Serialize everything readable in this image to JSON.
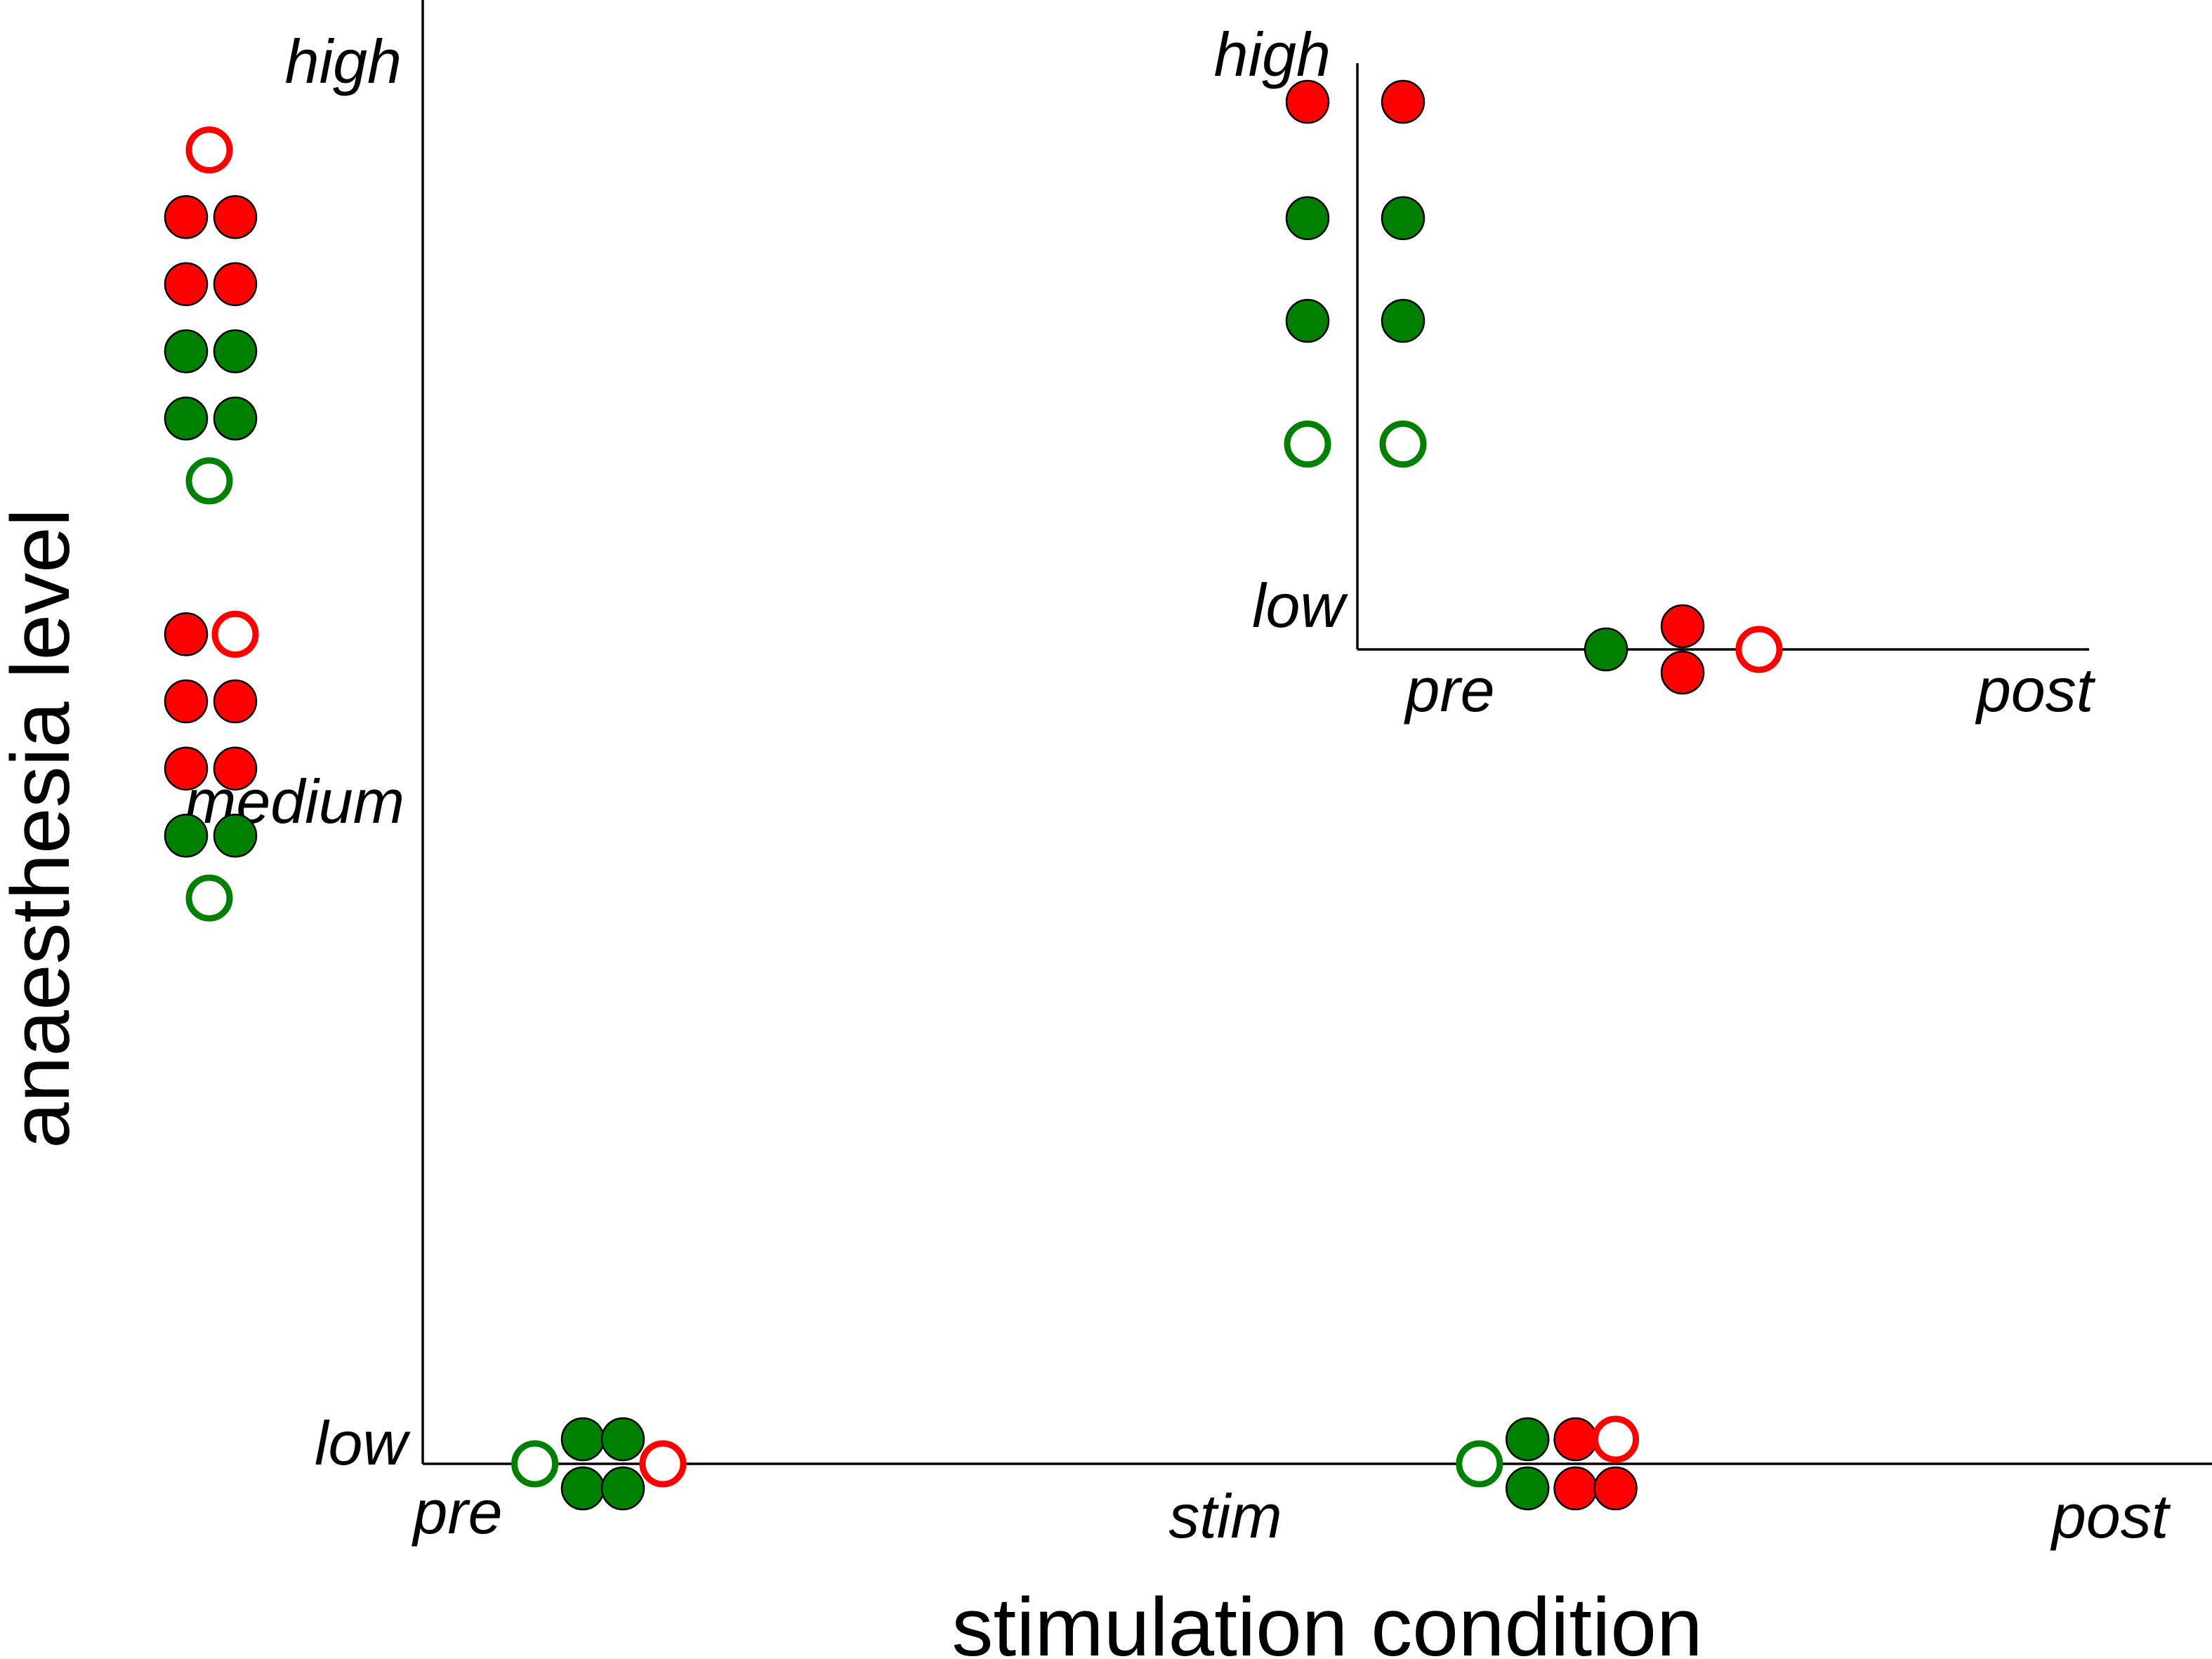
{
  "colors": {
    "red": "#ff0000",
    "green": "#008000",
    "outline": "#000000"
  },
  "chart_data": [
    {
      "type": "scatter",
      "name": "main",
      "xlabel": "stimulation condition",
      "ylabel": "anaesthesia level",
      "x_ticks": [
        "pre",
        "stim",
        "post"
      ],
      "y_ticks": [
        "low",
        "medium",
        "high"
      ],
      "legend": "none",
      "grid": false,
      "y_axis_markers": [
        {
          "side": "centre",
          "y": 2.74,
          "color": "red",
          "filled": false
        },
        {
          "side": "left",
          "y": 2.6,
          "color": "red",
          "filled": true
        },
        {
          "side": "right",
          "y": 2.6,
          "color": "red",
          "filled": true
        },
        {
          "side": "left",
          "y": 2.46,
          "color": "red",
          "filled": true
        },
        {
          "side": "right",
          "y": 2.46,
          "color": "red",
          "filled": true
        },
        {
          "side": "left",
          "y": 2.32,
          "color": "green",
          "filled": true
        },
        {
          "side": "right",
          "y": 2.32,
          "color": "green",
          "filled": true
        },
        {
          "side": "left",
          "y": 2.18,
          "color": "green",
          "filled": true
        },
        {
          "side": "right",
          "y": 2.18,
          "color": "green",
          "filled": true
        },
        {
          "side": "centre",
          "y": 2.05,
          "color": "green",
          "filled": false
        },
        {
          "side": "left",
          "y": 1.73,
          "color": "red",
          "filled": true
        },
        {
          "side": "right",
          "y": 1.73,
          "color": "red",
          "filled": false
        },
        {
          "side": "left",
          "y": 1.59,
          "color": "red",
          "filled": true
        },
        {
          "side": "right",
          "y": 1.59,
          "color": "red",
          "filled": true
        },
        {
          "side": "left",
          "y": 1.45,
          "color": "red",
          "filled": true
        },
        {
          "side": "right",
          "y": 1.45,
          "color": "red",
          "filled": true
        },
        {
          "side": "left",
          "y": 1.31,
          "color": "green",
          "filled": true
        },
        {
          "side": "right",
          "y": 1.31,
          "color": "green",
          "filled": true
        },
        {
          "side": "centre",
          "y": 1.18,
          "color": "green",
          "filled": false
        }
      ],
      "x_axis_markers": [
        {
          "x": 0.14,
          "side": "centre",
          "color": "green",
          "filled": false
        },
        {
          "x": 0.2,
          "side": "above",
          "color": "green",
          "filled": true
        },
        {
          "x": 0.2,
          "side": "below",
          "color": "green",
          "filled": true
        },
        {
          "x": 0.25,
          "side": "above",
          "color": "green",
          "filled": true
        },
        {
          "x": 0.25,
          "side": "below",
          "color": "green",
          "filled": true
        },
        {
          "x": 0.3,
          "side": "centre",
          "color": "red",
          "filled": false
        },
        {
          "x": 1.32,
          "side": "centre",
          "color": "green",
          "filled": false
        },
        {
          "x": 1.38,
          "side": "above",
          "color": "green",
          "filled": true
        },
        {
          "x": 1.38,
          "side": "below",
          "color": "green",
          "filled": true
        },
        {
          "x": 1.44,
          "side": "above",
          "color": "red",
          "filled": true
        },
        {
          "x": 1.44,
          "side": "below",
          "color": "red",
          "filled": true
        },
        {
          "x": 1.49,
          "side": "above",
          "color": "red",
          "filled": false
        },
        {
          "x": 1.49,
          "side": "below",
          "color": "red",
          "filled": true
        }
      ]
    },
    {
      "type": "scatter",
      "name": "inset",
      "x_ticks": [
        "pre",
        "post"
      ],
      "y_ticks": [
        "low",
        "high"
      ],
      "legend": "none",
      "grid": false,
      "y_axis_markers": [
        {
          "side": "left",
          "y": 0.8,
          "color": "red",
          "filled": true
        },
        {
          "side": "right",
          "y": 0.8,
          "color": "red",
          "filled": true
        },
        {
          "side": "left",
          "y": 0.63,
          "color": "green",
          "filled": true
        },
        {
          "side": "right",
          "y": 0.63,
          "color": "green",
          "filled": true
        },
        {
          "side": "left",
          "y": 0.48,
          "color": "green",
          "filled": true
        },
        {
          "side": "right",
          "y": 0.48,
          "color": "green",
          "filled": true
        },
        {
          "side": "left",
          "y": 0.3,
          "color": "green",
          "filled": false
        },
        {
          "side": "right",
          "y": 0.3,
          "color": "green",
          "filled": false
        }
      ],
      "x_axis_markers": [
        {
          "x": 0.39,
          "side": "centre",
          "color": "green",
          "filled": true
        },
        {
          "x": 0.51,
          "side": "above",
          "color": "red",
          "filled": true
        },
        {
          "x": 0.51,
          "side": "below",
          "color": "red",
          "filled": true
        },
        {
          "x": 0.63,
          "side": "centre",
          "color": "red",
          "filled": false
        }
      ]
    }
  ]
}
